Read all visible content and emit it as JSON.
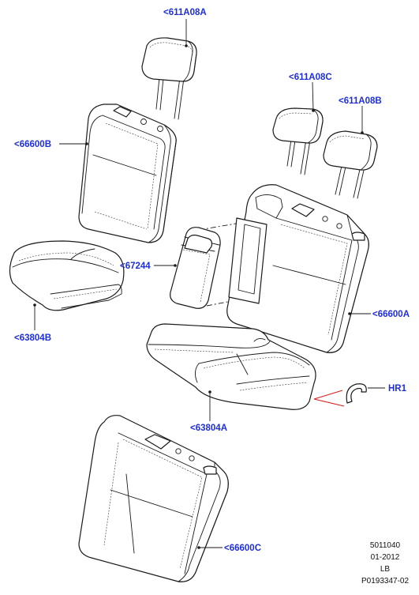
{
  "callouts": {
    "headrest_front_a": "<611A08A",
    "headrest_rear_c": "<611A08C",
    "headrest_rear_b": "<611A08B",
    "backrest_b": "<66600B",
    "armrest": "<67244",
    "backrest_a": "<66600A",
    "cushion_b": "<63804B",
    "cushion_a": "<63804A",
    "retainer": "HR1",
    "backrest_c": "<66600C"
  },
  "footer": {
    "line1": "5011040",
    "line2": "01-2012",
    "line3": "LB",
    "line4": "P0193347-02"
  },
  "colors": {
    "label": "#1f2fd6",
    "line": "#1a1a1a",
    "highlight": "#d81e1e"
  }
}
